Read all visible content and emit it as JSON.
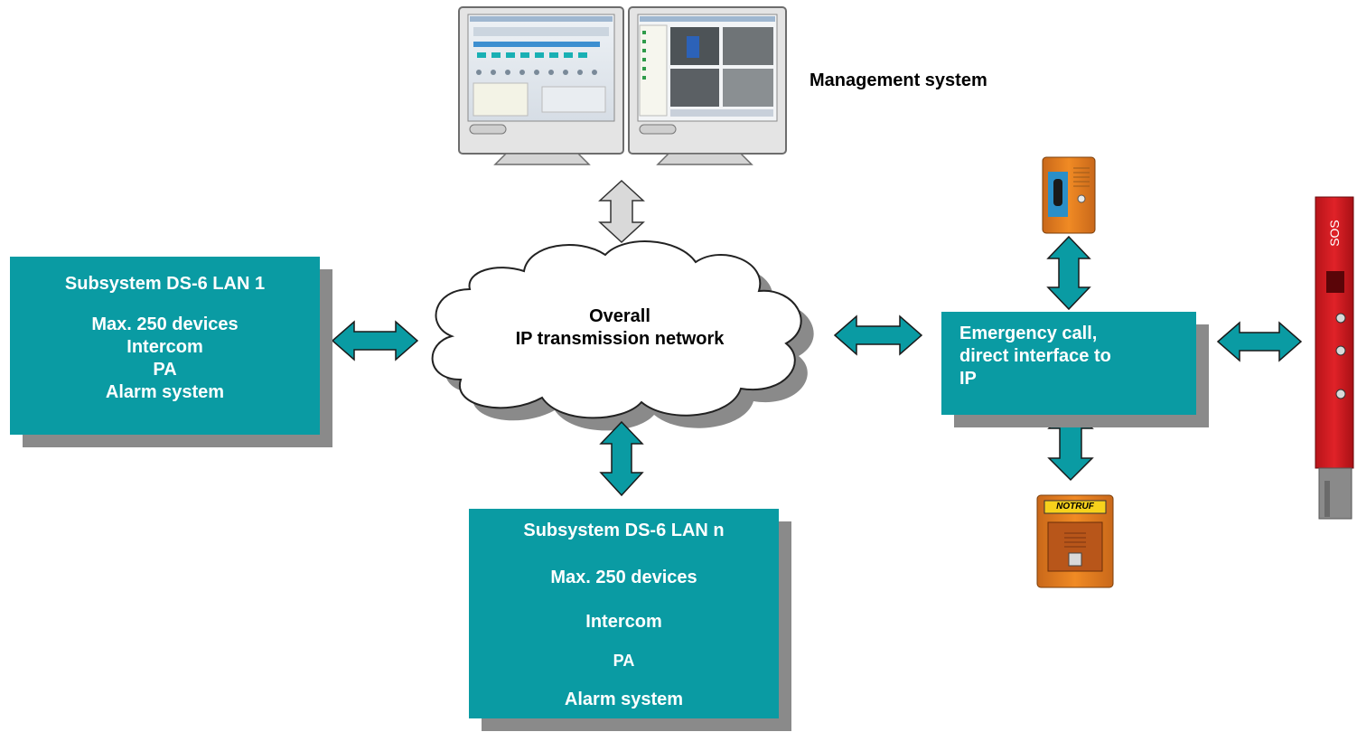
{
  "management": {
    "label": "Management system"
  },
  "network": {
    "line1": "Overall",
    "line2": "IP transmission network"
  },
  "subsystem_1": {
    "title": "Subsystem DS-6 LAN 1",
    "lines": [
      "Max. 250 devices",
      "Intercom",
      "PA",
      "Alarm system"
    ]
  },
  "subsystem_n": {
    "title": "Subsystem DS-6 LAN n",
    "lines": [
      "Max. 250 devices",
      "Intercom",
      "PA",
      "Alarm system"
    ]
  },
  "emergency": {
    "lines": [
      "Emergency call,",
      "direct interface to",
      "IP"
    ]
  },
  "devices": {
    "callbox_label": "NOTRUF",
    "column_label": "SOS"
  },
  "colors": {
    "box": "#0a9ba3",
    "shadow": "#8a8a8a",
    "arrow_teal": "#0a9ba3",
    "arrow_grey": "#d9d9d9"
  }
}
